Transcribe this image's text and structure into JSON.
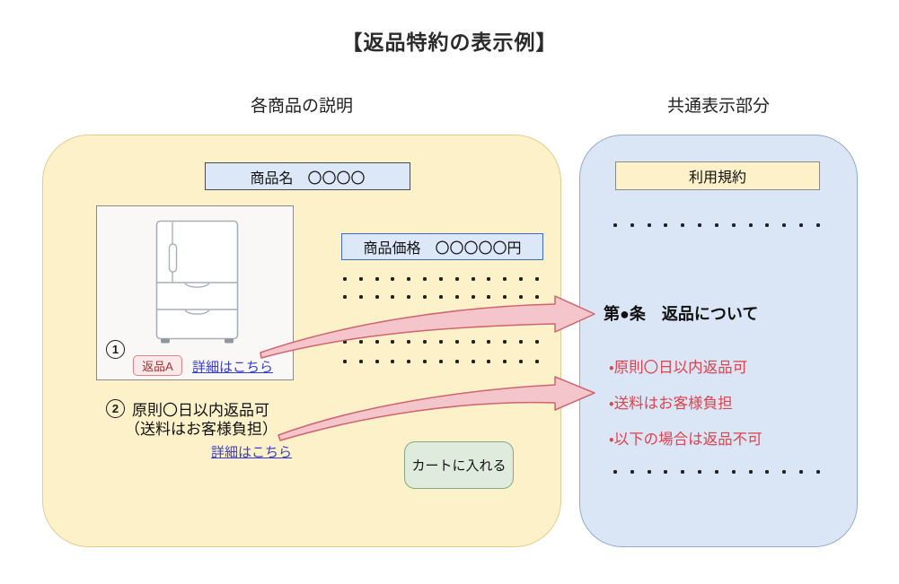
{
  "title": "【返品特約の表示例】",
  "sections": {
    "left": {
      "label": "各商品の説明",
      "product_name_box": "商品名　〇〇〇〇",
      "price_box": "商品価格　〇〇〇〇〇円",
      "item1": {
        "number": "1",
        "badge": "返品A",
        "detail_link": "詳細はこちら"
      },
      "item2": {
        "number": "2",
        "line1": "原則〇日以内返品可",
        "line2": "（送料はお客様負担）",
        "detail_link": "詳細はこちら"
      },
      "cart_button": "カートに入れる",
      "dots_per_row": 13
    },
    "right": {
      "label": "共通表示部分",
      "terms_header": "利用規約",
      "clause_heading": "第●条　返品について",
      "bullets": [
        "・原則〇日以内返品可",
        "・送料はお客様負担",
        "・以下の場合は返品不可"
      ],
      "dots_per_row": 13
    }
  },
  "icons": {
    "refrigerator": "refrigerator-icon",
    "arrow": "curved-arrow-icon"
  },
  "colors": {
    "panel_left_bg": "#fdf1c9",
    "panel_left_border": "#e2cd90",
    "panel_right_bg": "#dae6f5",
    "panel_right_border": "#93abc9",
    "box_blue_bg": "#dce7f8",
    "accent_red": "#e0424d",
    "link_blue": "#3a3ccc",
    "arrow_fill": "#f4c6cb",
    "arrow_stroke": "#ce6470",
    "cart_bg": "#dfecdd",
    "terms_bg": "#fdf1c9"
  }
}
